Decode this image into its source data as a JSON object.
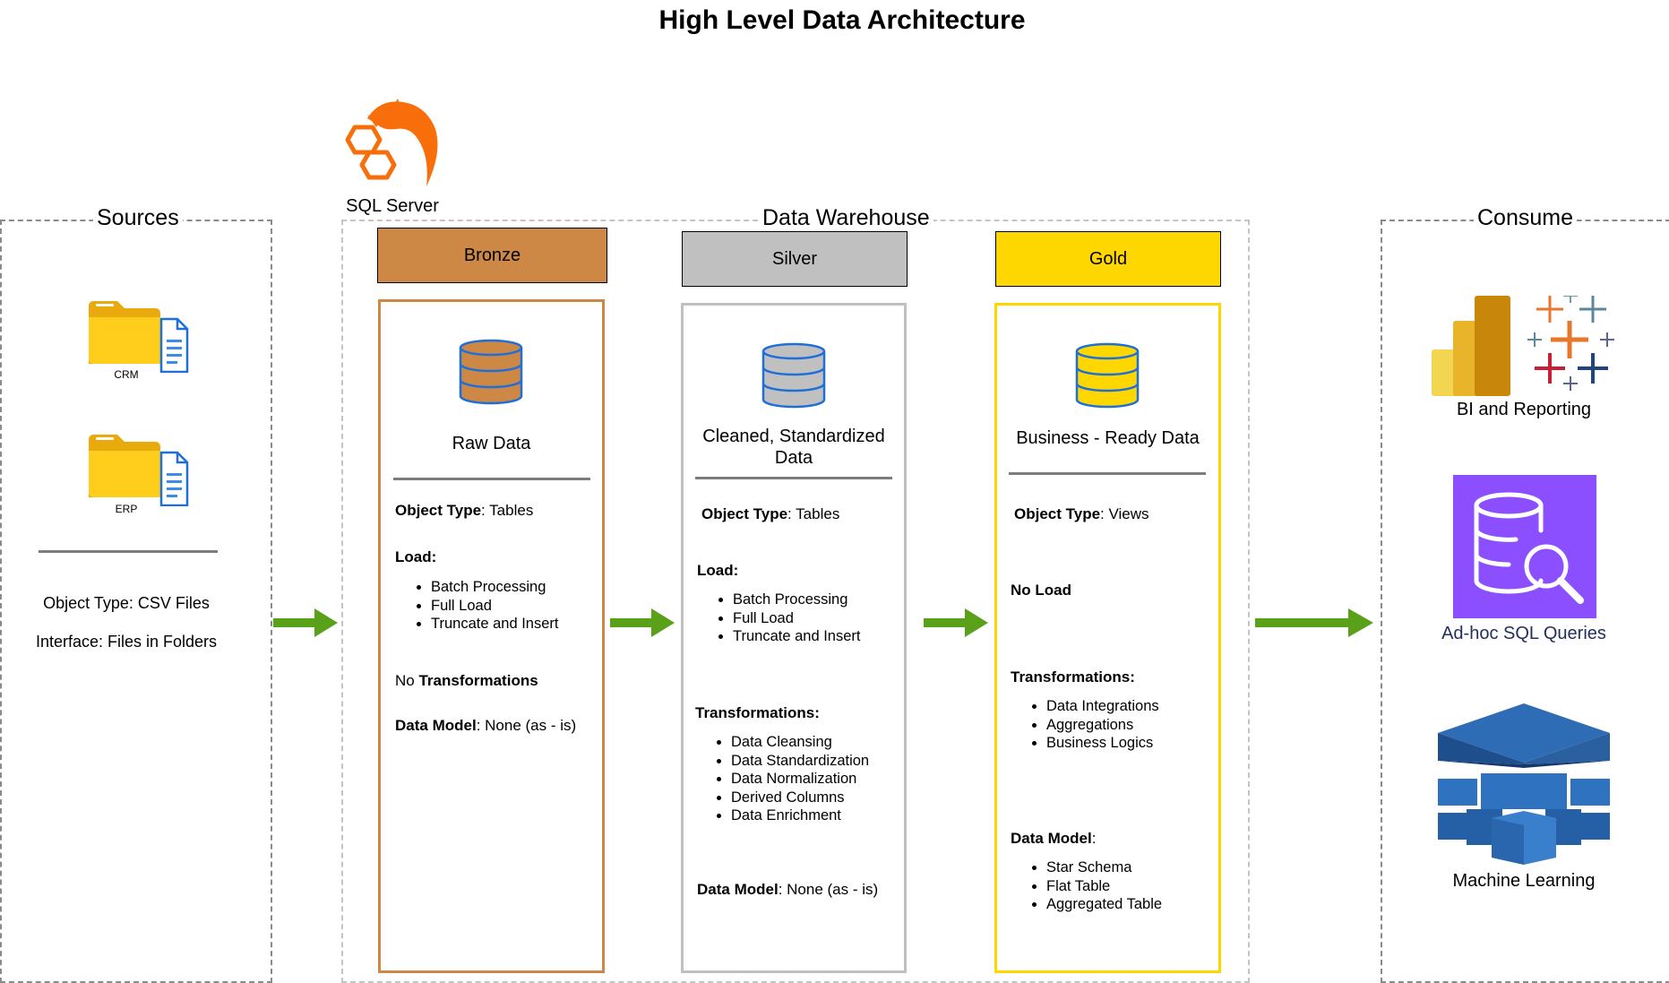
{
  "title": "High Level Data Architecture",
  "sources": {
    "label": "Sources",
    "items": [
      "CRM",
      "ERP"
    ],
    "object_type": "Object Type: CSV Files",
    "interface": "Interface: Files in Folders"
  },
  "warehouse": {
    "label": "Data Warehouse",
    "engine": "SQL Server",
    "layers": [
      {
        "name": "Bronze",
        "color": "#CD8845",
        "description": "Raw Data",
        "object_type_label": "Object Type",
        "object_type_value": ": Tables",
        "load_label": "Load:",
        "load_items": [
          "Batch Processing",
          "Full Load",
          "Truncate and Insert"
        ],
        "transform_prefix": "No ",
        "transform_label": "Transformations",
        "data_model_label": "Data Model",
        "data_model_value": ": None (as - is)"
      },
      {
        "name": "Silver",
        "color": "#C0C0C0",
        "description_line1": "Cleaned, Standardized",
        "description_line2": "Data",
        "object_type_label": "Object Type",
        "object_type_value": ": Tables",
        "load_label": "Load:",
        "load_items": [
          "Batch Processing",
          "Full Load",
          "Truncate and Insert"
        ],
        "transform_label": "Transformations:",
        "transform_items": [
          "Data Cleansing",
          "Data Standardization",
          "Data Normalization",
          "Derived Columns",
          "Data Enrichment"
        ],
        "data_model_label": "Data Model",
        "data_model_value": ": None (as - is)"
      },
      {
        "name": "Gold",
        "color": "#FFD700",
        "description": "Business - Ready Data",
        "object_type_label": "Object Type",
        "object_type_value": ": Views",
        "load_label": "No Load",
        "transform_label": "Transformations:",
        "transform_items": [
          "Data Integrations",
          "Aggregations",
          "Business Logics"
        ],
        "data_model_label": "Data Model",
        "data_model_value": ":",
        "data_model_items": [
          "Star Schema",
          "Flat Table",
          "Aggregated Table"
        ]
      }
    ]
  },
  "consume": {
    "label": "Consume",
    "items": [
      {
        "label": "BI and Reporting",
        "icon": "bi-reporting-icon"
      },
      {
        "label": "Ad-hoc SQL Queries",
        "icon": "sql-query-icon",
        "color": "#8C4FFF"
      },
      {
        "label": "Machine Learning",
        "icon": "machine-learning-icon"
      }
    ]
  },
  "colors": {
    "arrow": "#5AA11A",
    "ad_hoc_text": "#232F5C"
  },
  "icons": [
    "folder-document-icon",
    "sql-server-dolphin-icon",
    "database-icon",
    "arrow-right-icon"
  ]
}
